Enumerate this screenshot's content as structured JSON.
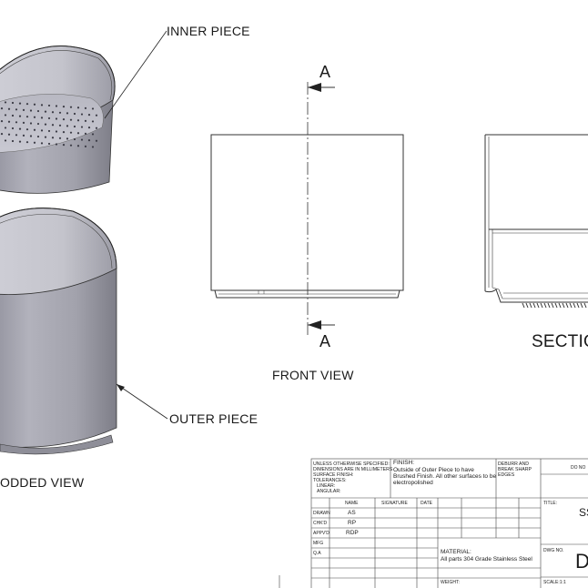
{
  "labels": {
    "inner_piece": "INNER PIECE",
    "outer_piece": "OUTER PIECE",
    "exploded_view": "ODDED VIEW",
    "front_view": "FRONT VIEW",
    "section_top": "A",
    "section_bottom": "A",
    "section_view": "SECTIO"
  },
  "title_block": {
    "notes": [
      "UNLESS OTHERWISE SPECIFIED:",
      "DIMENSIONS ARE IN MILLIMETERS",
      "SURFACE FINISH:",
      "TOLERANCES:",
      "LINEAR:",
      "ANGULAR:"
    ],
    "finish_label": "FINISH:",
    "finish_text": [
      "Outside of Outer Piece to have",
      "Brushed Finish. All other surfaces to be",
      "electropolished"
    ],
    "deburr": [
      "DEBURR AND",
      "BREAK SHARP",
      "EDGES"
    ],
    "do_not": "DO NO",
    "headers": {
      "name": "NAME",
      "signature": "SIGNATURE",
      "date": "DATE"
    },
    "rows": [
      {
        "role": "DRAWN",
        "name": "AS"
      },
      {
        "role": "CHK'D",
        "name": "RP"
      },
      {
        "role": "APPV'D",
        "name": "RDP"
      },
      {
        "role": "MFG",
        "name": ""
      },
      {
        "role": "Q.A",
        "name": ""
      }
    ],
    "title_label": "TITLE:",
    "title_value": "SS",
    "material_label": "MATERIAL:",
    "material_value": "All parts 304 Grade Stainless Steel",
    "dwg_label": "DWG NO.",
    "dwg_value": "D",
    "weight_label": "WEIGHT:",
    "scale_label": "SCALE:1:1"
  }
}
